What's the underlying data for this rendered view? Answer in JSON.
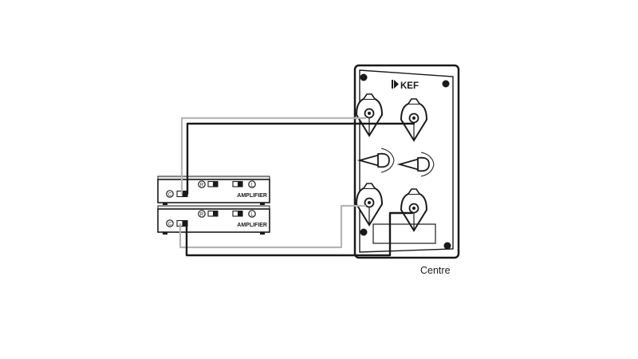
{
  "diagram": {
    "brand_logo": "KEF",
    "speaker_label": "Centre",
    "amplifiers": [
      {
        "title": "AMPLIFIER",
        "channel_c": "C",
        "channel_r": "R",
        "channel_l": "L"
      },
      {
        "title": "AMPLIFIER",
        "channel_c": "C",
        "channel_r": "R",
        "channel_l": "L"
      }
    ]
  },
  "colors": {
    "line": "#1a1a1a",
    "cable_light": "#b4b4b4",
    "panel_fill": "#ffffff",
    "dark_window": "#1a1a1a"
  }
}
